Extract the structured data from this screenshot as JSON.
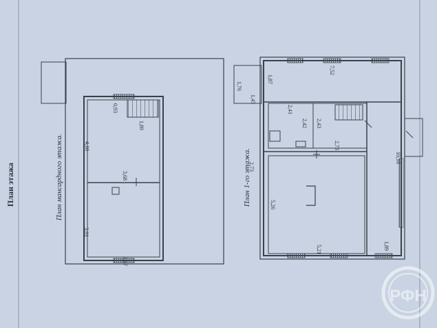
{
  "header": {
    "title": "План этажа"
  },
  "attic_plan": {
    "caption": "План мансардного этажа.",
    "dims": {
      "top_width": "3,67",
      "room1_width": "3,91",
      "room2_height": "3,68",
      "room2_width": "4,18",
      "stair_len": "1,89",
      "stair_w": "0,93"
    }
  },
  "first_floor_plan": {
    "caption": "План 1-го этажа.",
    "dims": {
      "top_left_w": "1,76",
      "top_left_h": "1,45",
      "left_strip": "1,87",
      "total_width": "7,52",
      "hall": "2,41",
      "small1": "2,42",
      "small2": "2,43",
      "mid_left": "2,73",
      "mid_right": "2,73",
      "main_len": "5,26",
      "main_w": "5,21",
      "right_len": "10,16",
      "bottom_right": "1,89"
    }
  },
  "watermark": {
    "text": "РФН"
  },
  "colors": {
    "paper": "#c9d3e3",
    "line": "#3a3f4b"
  }
}
